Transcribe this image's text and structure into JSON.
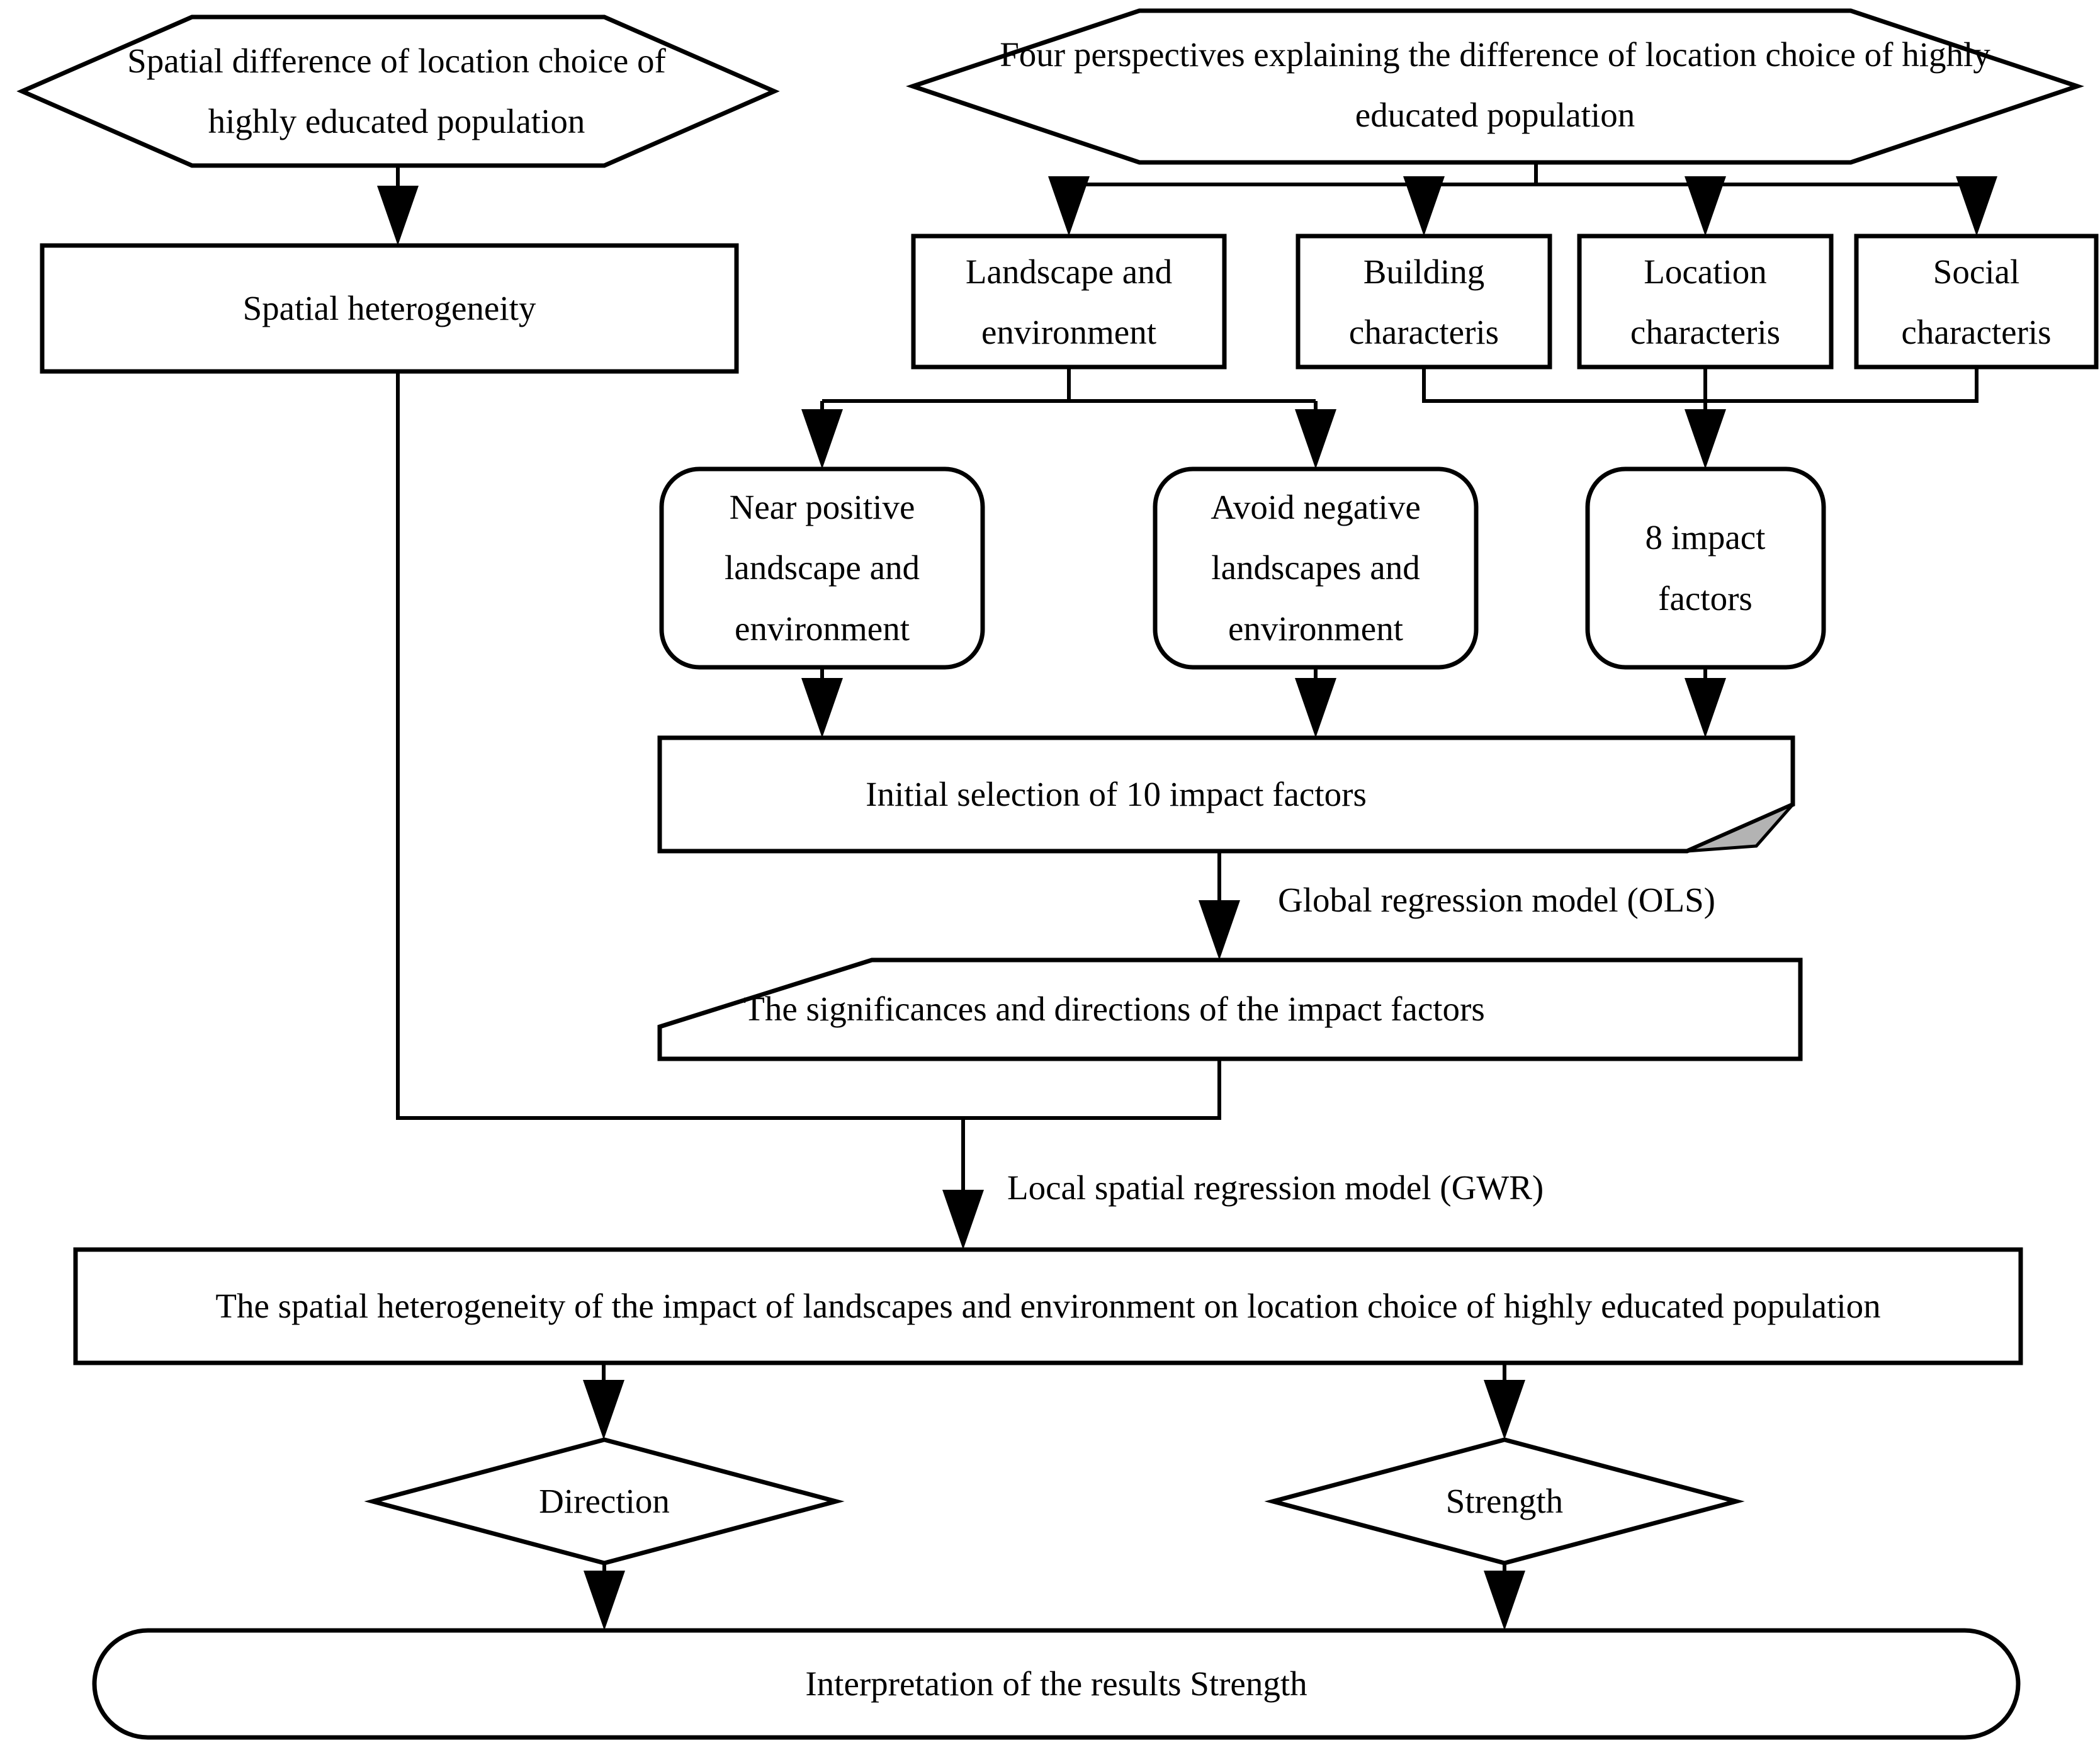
{
  "diagram": {
    "colors": {
      "background": "#ffffff",
      "stroke": "#000000",
      "shape_fill": "#ffffff",
      "fold_shade": "#b3b3b3"
    },
    "nodes": {
      "spatial_difference": "Spatial difference of location choice of highly educated population",
      "four_perspectives": "Four perspectives explaining the difference of location choice of highly educated population",
      "spatial_heterogeneity": "Spatial heterogeneity",
      "landscape_environment": "Landscape and environment",
      "building_characteris": "Building characteris",
      "location_characteris": "Location characteris",
      "social_characteris": "Social characteris",
      "near_positive": "Near positive landscape and environment",
      "avoid_negative": "Avoid negative landscapes and environment",
      "eight_impact_factors": "8 impact factors",
      "initial_selection": "Initial selection of 10 impact factors",
      "significances_directions": "The significances and directions of the impact factors",
      "gwr_result": "The spatial heterogeneity of the impact of landscapes and environment on location choice of highly educated population",
      "direction": "Direction",
      "strength": "Strength",
      "interpretation": "Interpretation of the results Strength"
    },
    "edge_labels": {
      "ols": "Global regression model (OLS)",
      "gwr": "Local spatial regression model (GWR)"
    }
  }
}
